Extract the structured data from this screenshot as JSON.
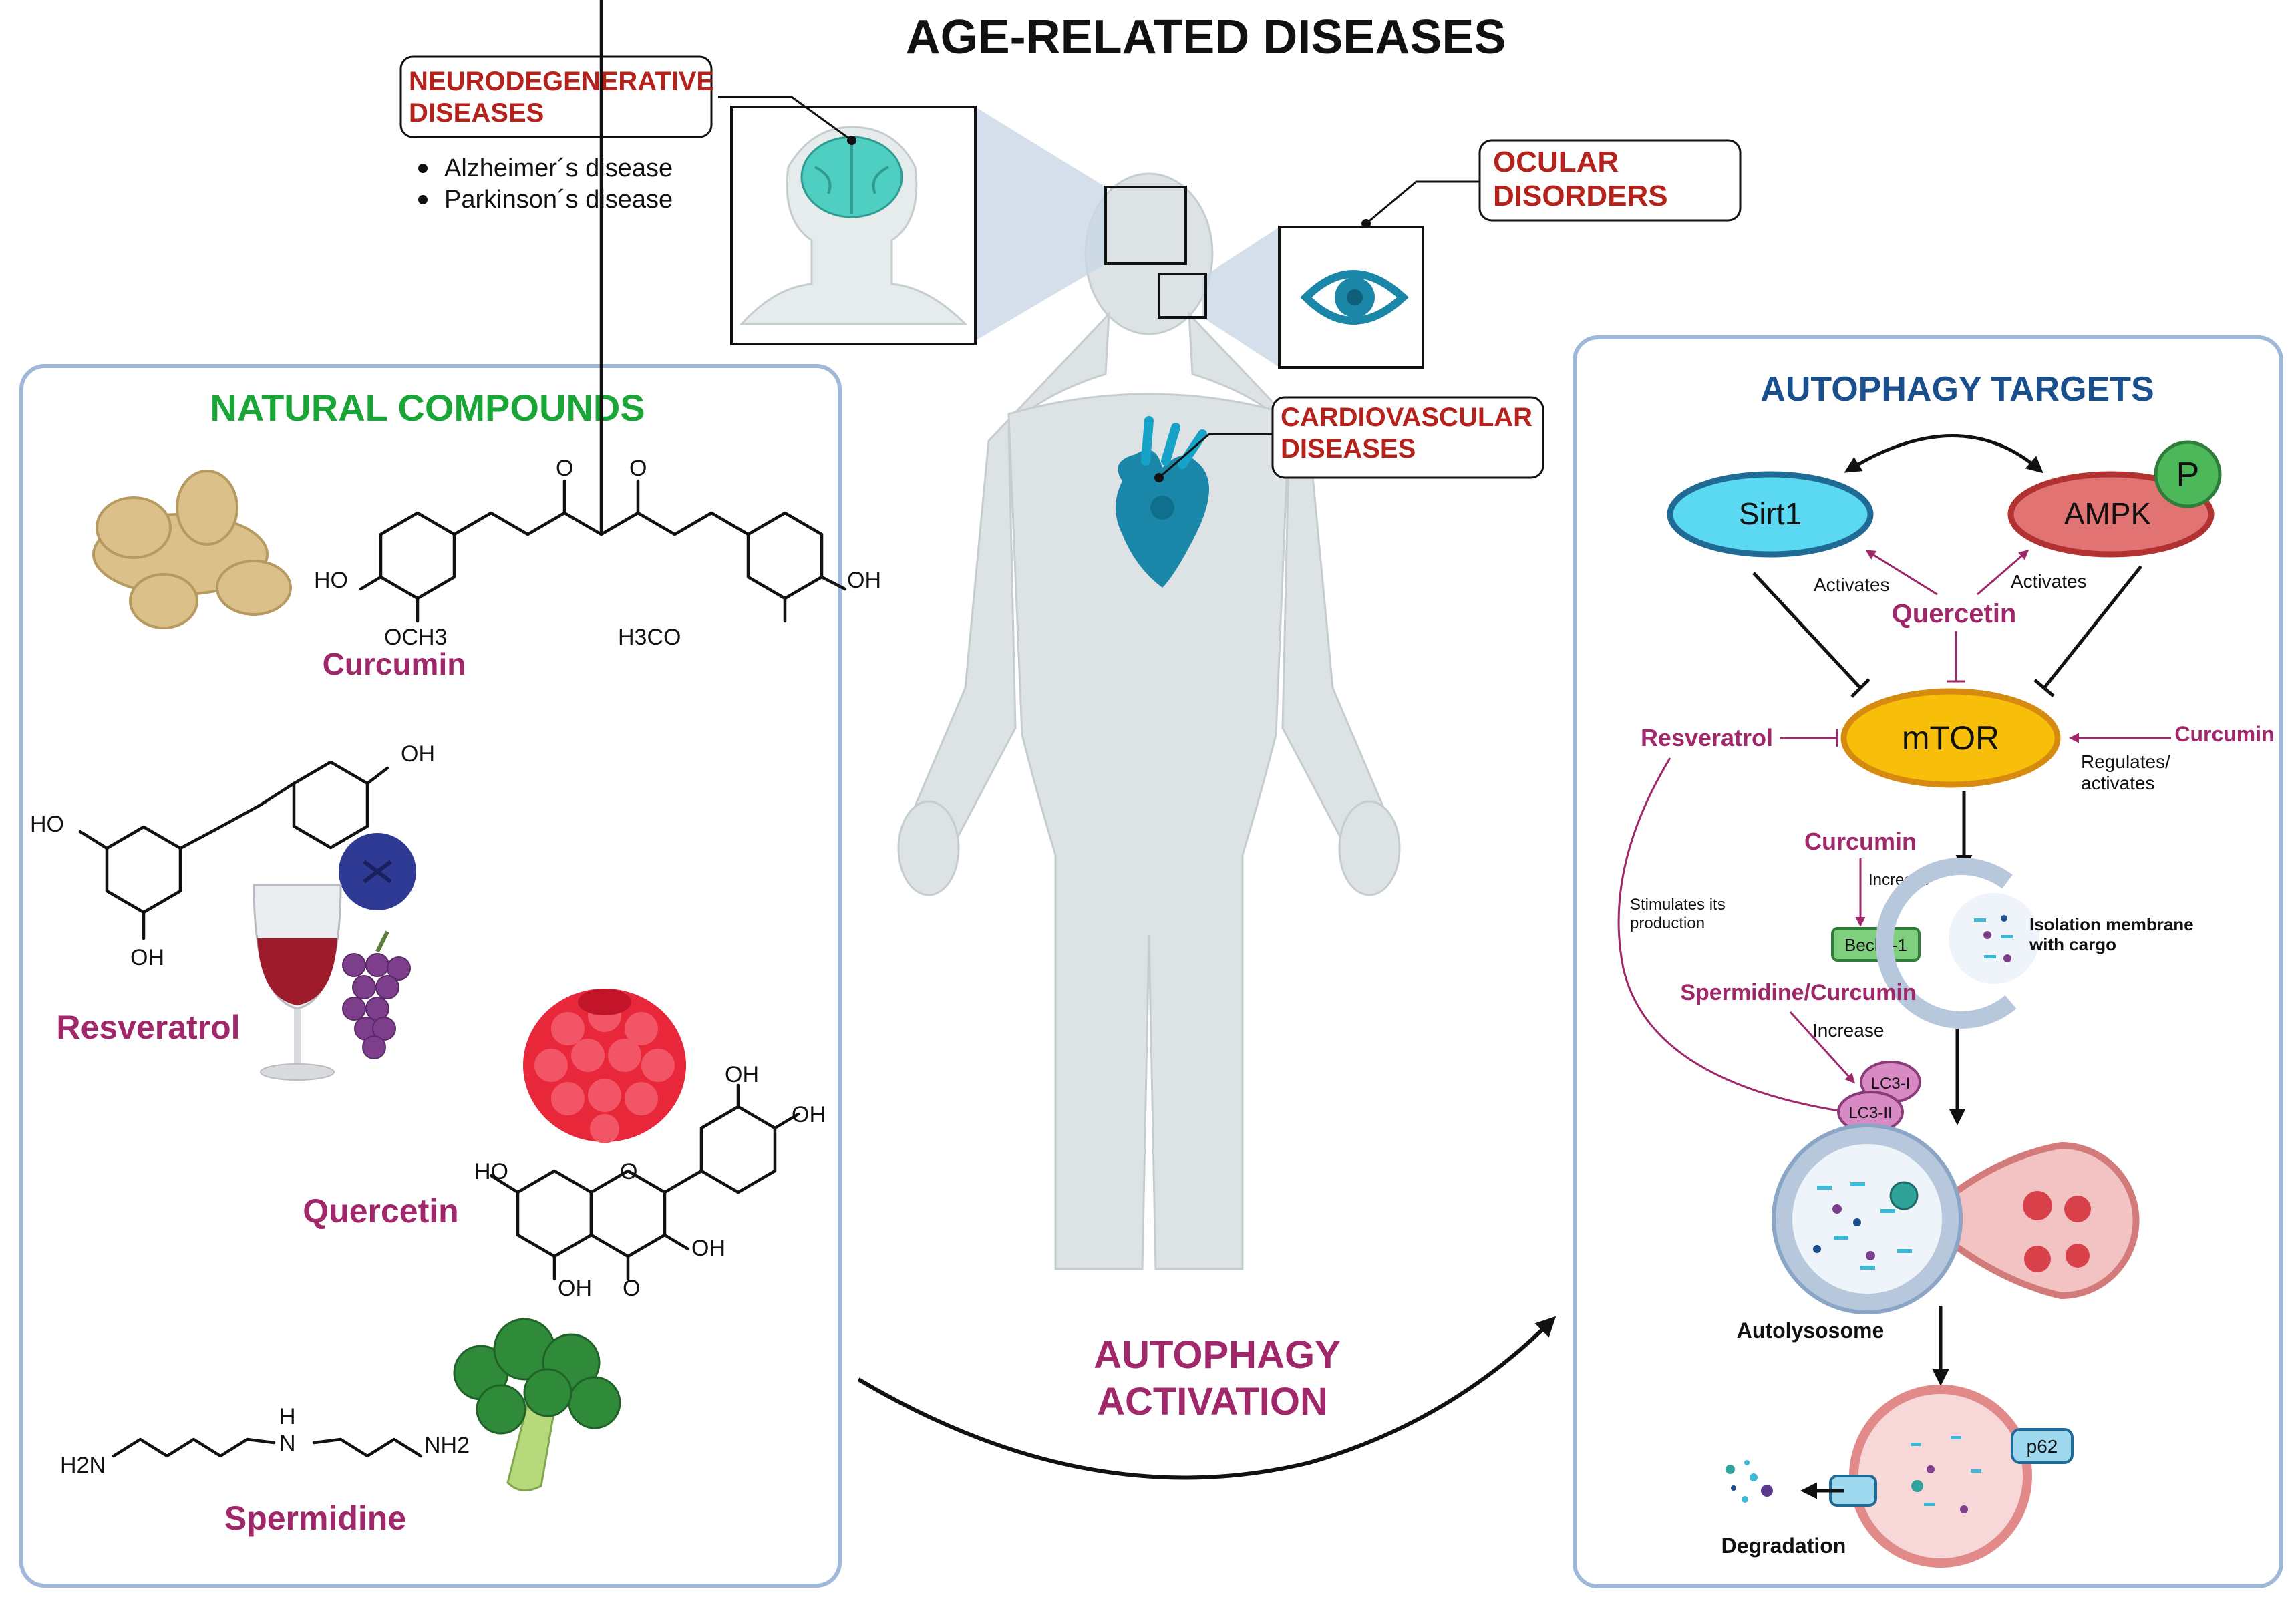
{
  "title": "AGE-RELATED DISEASES",
  "diseases": {
    "neuro": {
      "label_line1": "NEURODEGENERATIVE",
      "label_line2": "DISEASES",
      "items": [
        "Alzheimer´s disease",
        "Parkinson´s disease"
      ]
    },
    "ocular": {
      "label_line1": "OCULAR",
      "label_line2": "DISORDERS"
    },
    "cardio": {
      "label_line1": "CARDIOVASCULAR",
      "label_line2": "DISEASES"
    }
  },
  "natural_compounds": {
    "heading": "NATURAL COMPOUNDS",
    "curcumin": "Curcumin",
    "resveratrol": "Resveratrol",
    "quercetin": "Quercetin",
    "spermidine": "Spermidine"
  },
  "molecule_labels": {
    "ho": "HO",
    "oh": "OH",
    "o": "O",
    "och3": "OCH3",
    "h3co": "H3CO",
    "h2n": "H2N",
    "nh2": "NH2",
    "n": "N",
    "h": "H"
  },
  "activation": {
    "line1": "AUTOPHAGY",
    "line2": "ACTIVATION"
  },
  "autophagy_targets": {
    "heading": "AUTOPHAGY TARGETS",
    "sirt1": "Sirt1",
    "ampk": "AMPK",
    "p": "P",
    "activates_left": "Activates",
    "activates_right": "Activates",
    "quercetin": "Quercetin",
    "mtor": "mTOR",
    "resveratrol": "Resveratrol",
    "curcumin_right": "Curcumin",
    "regulates_line1": "Regulates/",
    "regulates_line2": "activates",
    "curcumin_mid": "Curcumin",
    "increase_1": "Increase",
    "stimulates_line1": "Stimulates its",
    "stimulates_line2": "production",
    "beclin": "Beclin-1",
    "isolation_line1": "Isolation membrane",
    "isolation_line2": "with cargo",
    "spermidine_curcumin": "Spermidine/Curcumin",
    "increase_2": "Increase",
    "lc3i": "LC3-I",
    "lc3ii": "LC3-II",
    "autolysosome": "Autolysosome",
    "p62": "p62",
    "degradation": "Degradation"
  },
  "colors": {
    "compound_text": "#a0286a",
    "disease_text": "#b5221c",
    "green_heading": "#1aa637",
    "blue_heading": "#1a4f8e",
    "panel_border": "#9fb8d9",
    "body_fill": "#dde3e5",
    "heart": "#1a86a8",
    "sirt1_fill": "#5bd9f3",
    "sirt1_stroke": "#1f6b95",
    "ampk_fill": "#e27373",
    "ampk_stroke": "#b23232",
    "mtor_fill": "#f7bf0a",
    "mtor_stroke": "#d68a10"
  }
}
